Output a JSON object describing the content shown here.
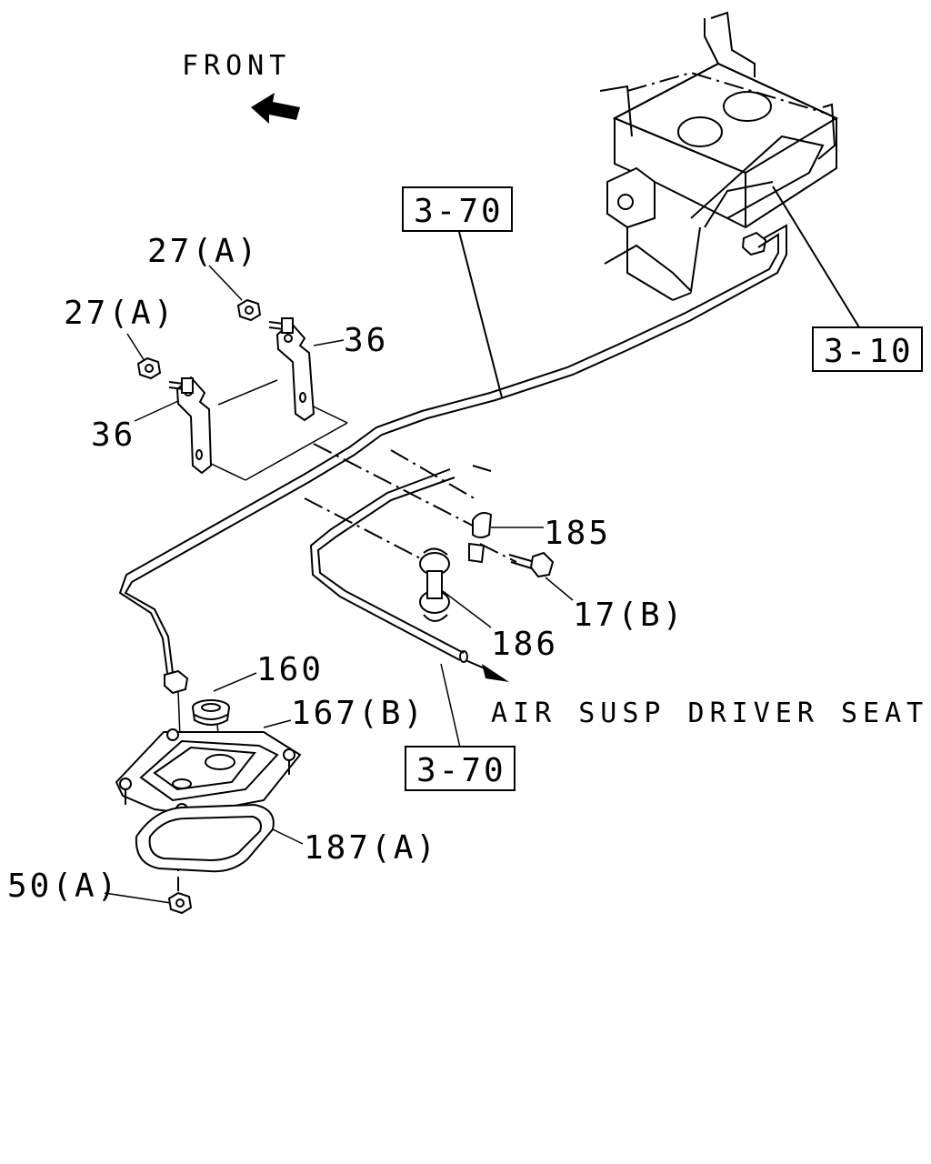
{
  "direction": {
    "label": "FRONT",
    "arrow_icon": "arrow-left-icon"
  },
  "destination": {
    "label": "AIR SUSP DRIVER SEAT"
  },
  "refs": {
    "ref_top": "3-70",
    "ref_bottom": "3-70",
    "ref_right": "3-10"
  },
  "callouts": {
    "nut_27a_top": "27(A)",
    "nut_27a_left": "27(A)",
    "bracket_36_right": "36",
    "bracket_36_left": "36",
    "clip_185": "185",
    "bolt_17b": "17(B)",
    "clip_186": "186",
    "grommet_160": "160",
    "plate_167b": "167(B)",
    "gasket_187a": "187(A)",
    "nut_50a": "50(A)"
  }
}
